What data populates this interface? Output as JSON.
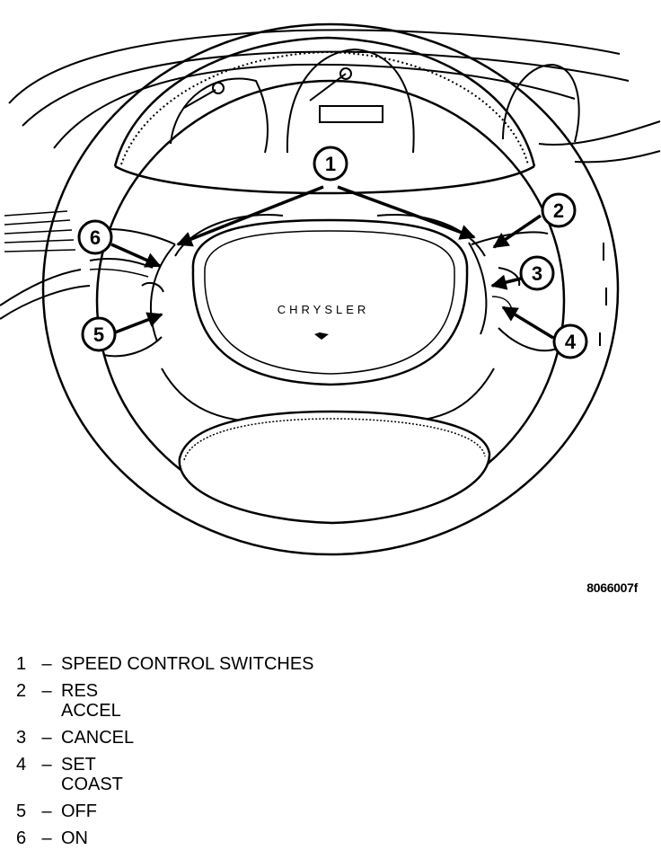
{
  "figure": {
    "code": "8066007f",
    "brand_text": "CHRYSLER",
    "callouts": [
      "1",
      "2",
      "3",
      "4",
      "5",
      "6"
    ]
  },
  "legend": [
    {
      "num": "1",
      "dash": "–",
      "lines": [
        "SPEED CONTROL SWITCHES"
      ]
    },
    {
      "num": "2",
      "dash": "–",
      "lines": [
        "RES",
        "ACCEL"
      ]
    },
    {
      "num": "3",
      "dash": "–",
      "lines": [
        "CANCEL"
      ]
    },
    {
      "num": "4",
      "dash": "–",
      "lines": [
        "SET",
        "COAST"
      ]
    },
    {
      "num": "5",
      "dash": "–",
      "lines": [
        "OFF"
      ]
    },
    {
      "num": "6",
      "dash": "–",
      "lines": [
        "ON"
      ]
    }
  ]
}
